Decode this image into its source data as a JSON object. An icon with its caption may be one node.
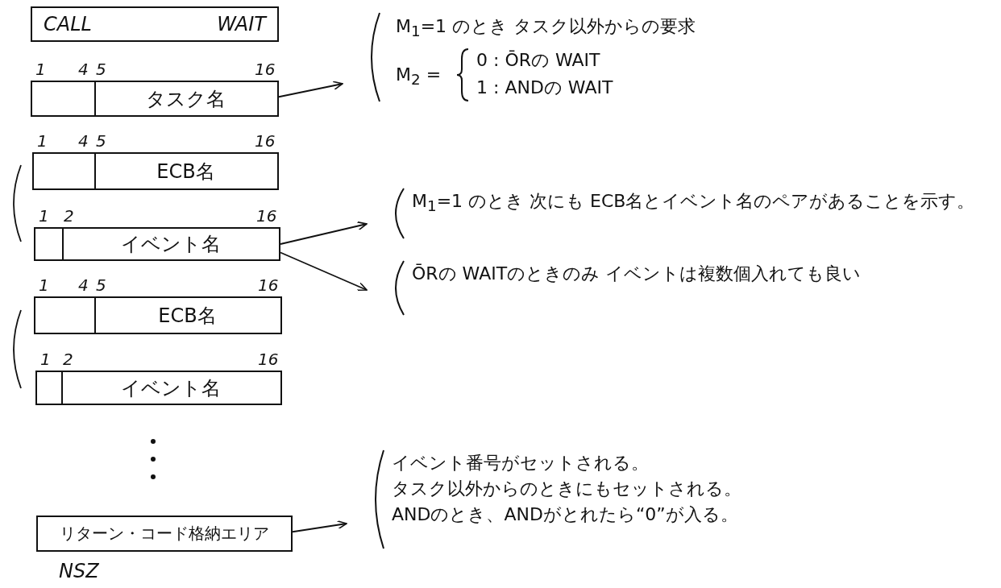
{
  "diagram": {
    "nodes": [
      {
        "text": [
          "CALL",
          "WAIT"
        ]
      },
      {
        "text": [
          "タスク名"
        ],
        "beside": [
          "1",
          "4",
          "5",
          "16"
        ]
      },
      {
        "text": [
          "ECB名"
        ],
        "beside": [
          "1",
          "4",
          "5",
          "16"
        ]
      },
      {
        "text": [
          "イベント名"
        ],
        "beside": [
          "1",
          "2",
          "16"
        ]
      },
      {
        "text": [
          "ECB名"
        ],
        "beside": [
          "1",
          "4",
          "5",
          "16"
        ]
      },
      {
        "text": [
          "イベント名"
        ],
        "beside": [
          "1",
          "2",
          "16"
        ]
      },
      {
        "text": [
          "リターン・コード格納エリア"
        ],
        "beside": [
          "NSZ"
        ]
      },
      {
        "text": [
          "M$_{1}$=1 のとき タスク以外からの要求",
          "M$_{2}$ =",
          "0 : ŌRの WAIT",
          "1 : ANDの WAIT"
        ]
      },
      {
        "text": [
          "M$_{1}$=1 のとき 次にも ECB名とイベント名のペアがあることを示す。"
        ]
      },
      {
        "text": [
          "ŌRの WAITのときのみ イベントは複数個入れても良い"
        ]
      },
      {
        "text": [
          "イベント番号がセットされる。",
          "タスク以外からのときにもセットされる。",
          "ANDのとき、ANDがとれたら“0”が入る。"
        ]
      }
    ],
    "edges": [
      {
        "from": 1,
        "to": 7,
        "arrow": "to"
      },
      {
        "from": 3,
        "to": 8,
        "arrow": "to"
      },
      {
        "from": 3,
        "to": 9,
        "arrow": "to"
      },
      {
        "from": 6,
        "to": 10,
        "arrow": "to"
      }
    ]
  }
}
